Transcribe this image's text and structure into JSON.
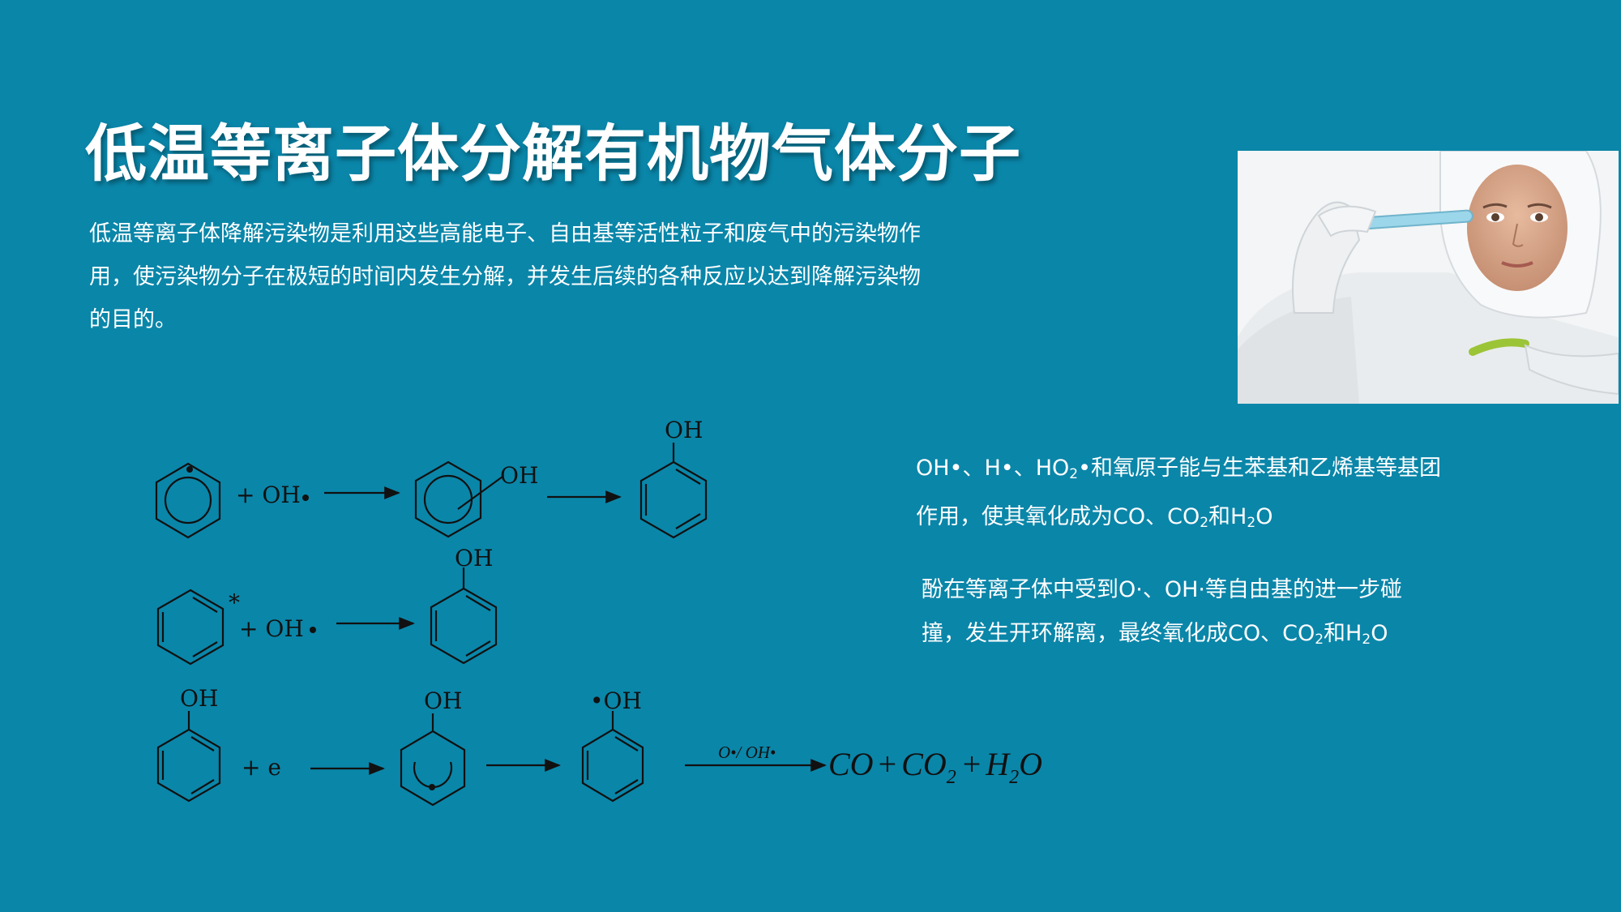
{
  "slide": {
    "title": "低温等离子体分解有机物气体分子",
    "intro_lines": [
      "低温等离子体降解污染物是利用这些高能电子、自由基等活性粒子和废气中的污染物作",
      "用，使污染物分子在极短的时间内发生分解，并发生后续的各种反应以达到降解污染物",
      "的目的。"
    ],
    "colors": {
      "background": "#0A86A9",
      "text": "#FFFFFF",
      "structure": "#111111"
    }
  },
  "reactions": {
    "r1": {
      "plus_oh": "+ OH",
      "oh_a": "OH",
      "oh_b": "OH"
    },
    "r2": {
      "star": "*",
      "plus_oh": "+ OH",
      "oh": "OH"
    },
    "r3": {
      "oh_a": "OH",
      "plus_e": "+ e",
      "oh_b": "OH",
      "oh_c": "•OH",
      "over_arrow": "O•/ OH•",
      "products": {
        "co": "CO",
        "plus1": "+",
        "co2": "CO",
        "co2_sub": "2",
        "plus2": "+",
        "h": "H",
        "h_sub": "2",
        "o": "O"
      }
    }
  },
  "notes": {
    "note1": {
      "line1": {
        "a": "OH•、H•、HO",
        "sub": "2",
        "b": "•和氧原子能与生苯基和乙烯基等基团"
      },
      "line2": {
        "a": "作用，使其氧化成为CO、CO",
        "sub1": "2",
        "b": "和H",
        "sub2": "2",
        "c": "O"
      }
    },
    "note2": {
      "line1": "酚在等离子体中受到O·、OH·等自由基的进一步碰",
      "line2": {
        "a": "撞，发生开环解离，最终氧化成CO、CO",
        "sub1": "2",
        "b": "和H",
        "sub2": "2",
        "c": "O"
      }
    }
  },
  "photo": {
    "icon": "scientist-photo"
  }
}
